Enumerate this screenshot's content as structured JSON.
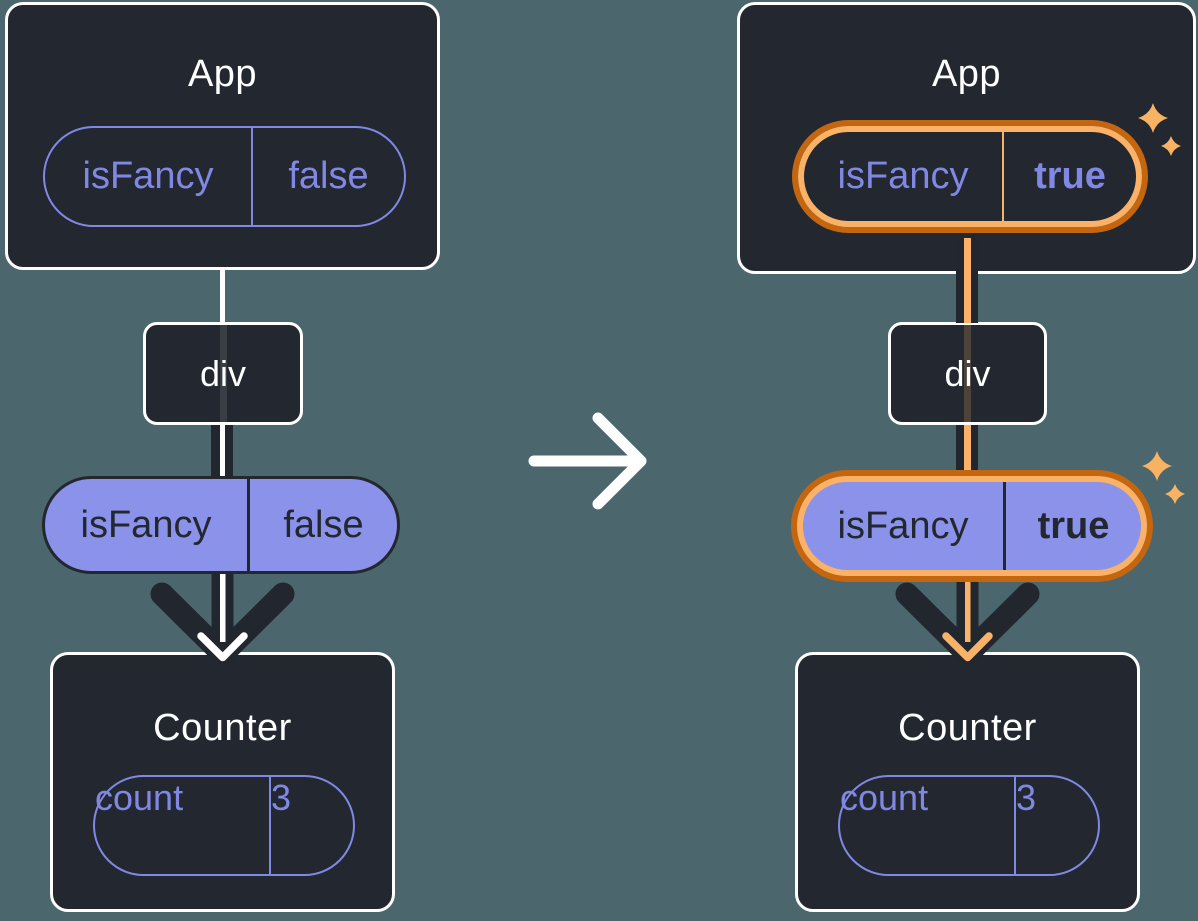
{
  "before": {
    "app": {
      "title": "App",
      "state_name": "isFancy",
      "state_value": "false"
    },
    "div_label": "div",
    "prop_name": "isFancy",
    "prop_value": "false",
    "counter": {
      "title": "Counter",
      "state_name": "count",
      "state_value": "3"
    }
  },
  "after": {
    "app": {
      "title": "App",
      "state_name": "isFancy",
      "state_value": "true"
    },
    "div_label": "div",
    "prop_name": "isFancy",
    "prop_value": "true",
    "counter": {
      "title": "Counter",
      "state_name": "count",
      "state_value": "3"
    }
  },
  "colors": {
    "background": "#4C666E",
    "card_bg": "#23272F",
    "card_border": "#FFFFFF",
    "purple": "#8188E4",
    "purple_fill": "#8A92E9",
    "ink_dark": "#23272F",
    "arrow_dark": "#22262E",
    "orange_dark": "#C4650F",
    "orange_light": "#FAB269",
    "sparkle": "#F8B264",
    "white": "#FFFFFF"
  }
}
